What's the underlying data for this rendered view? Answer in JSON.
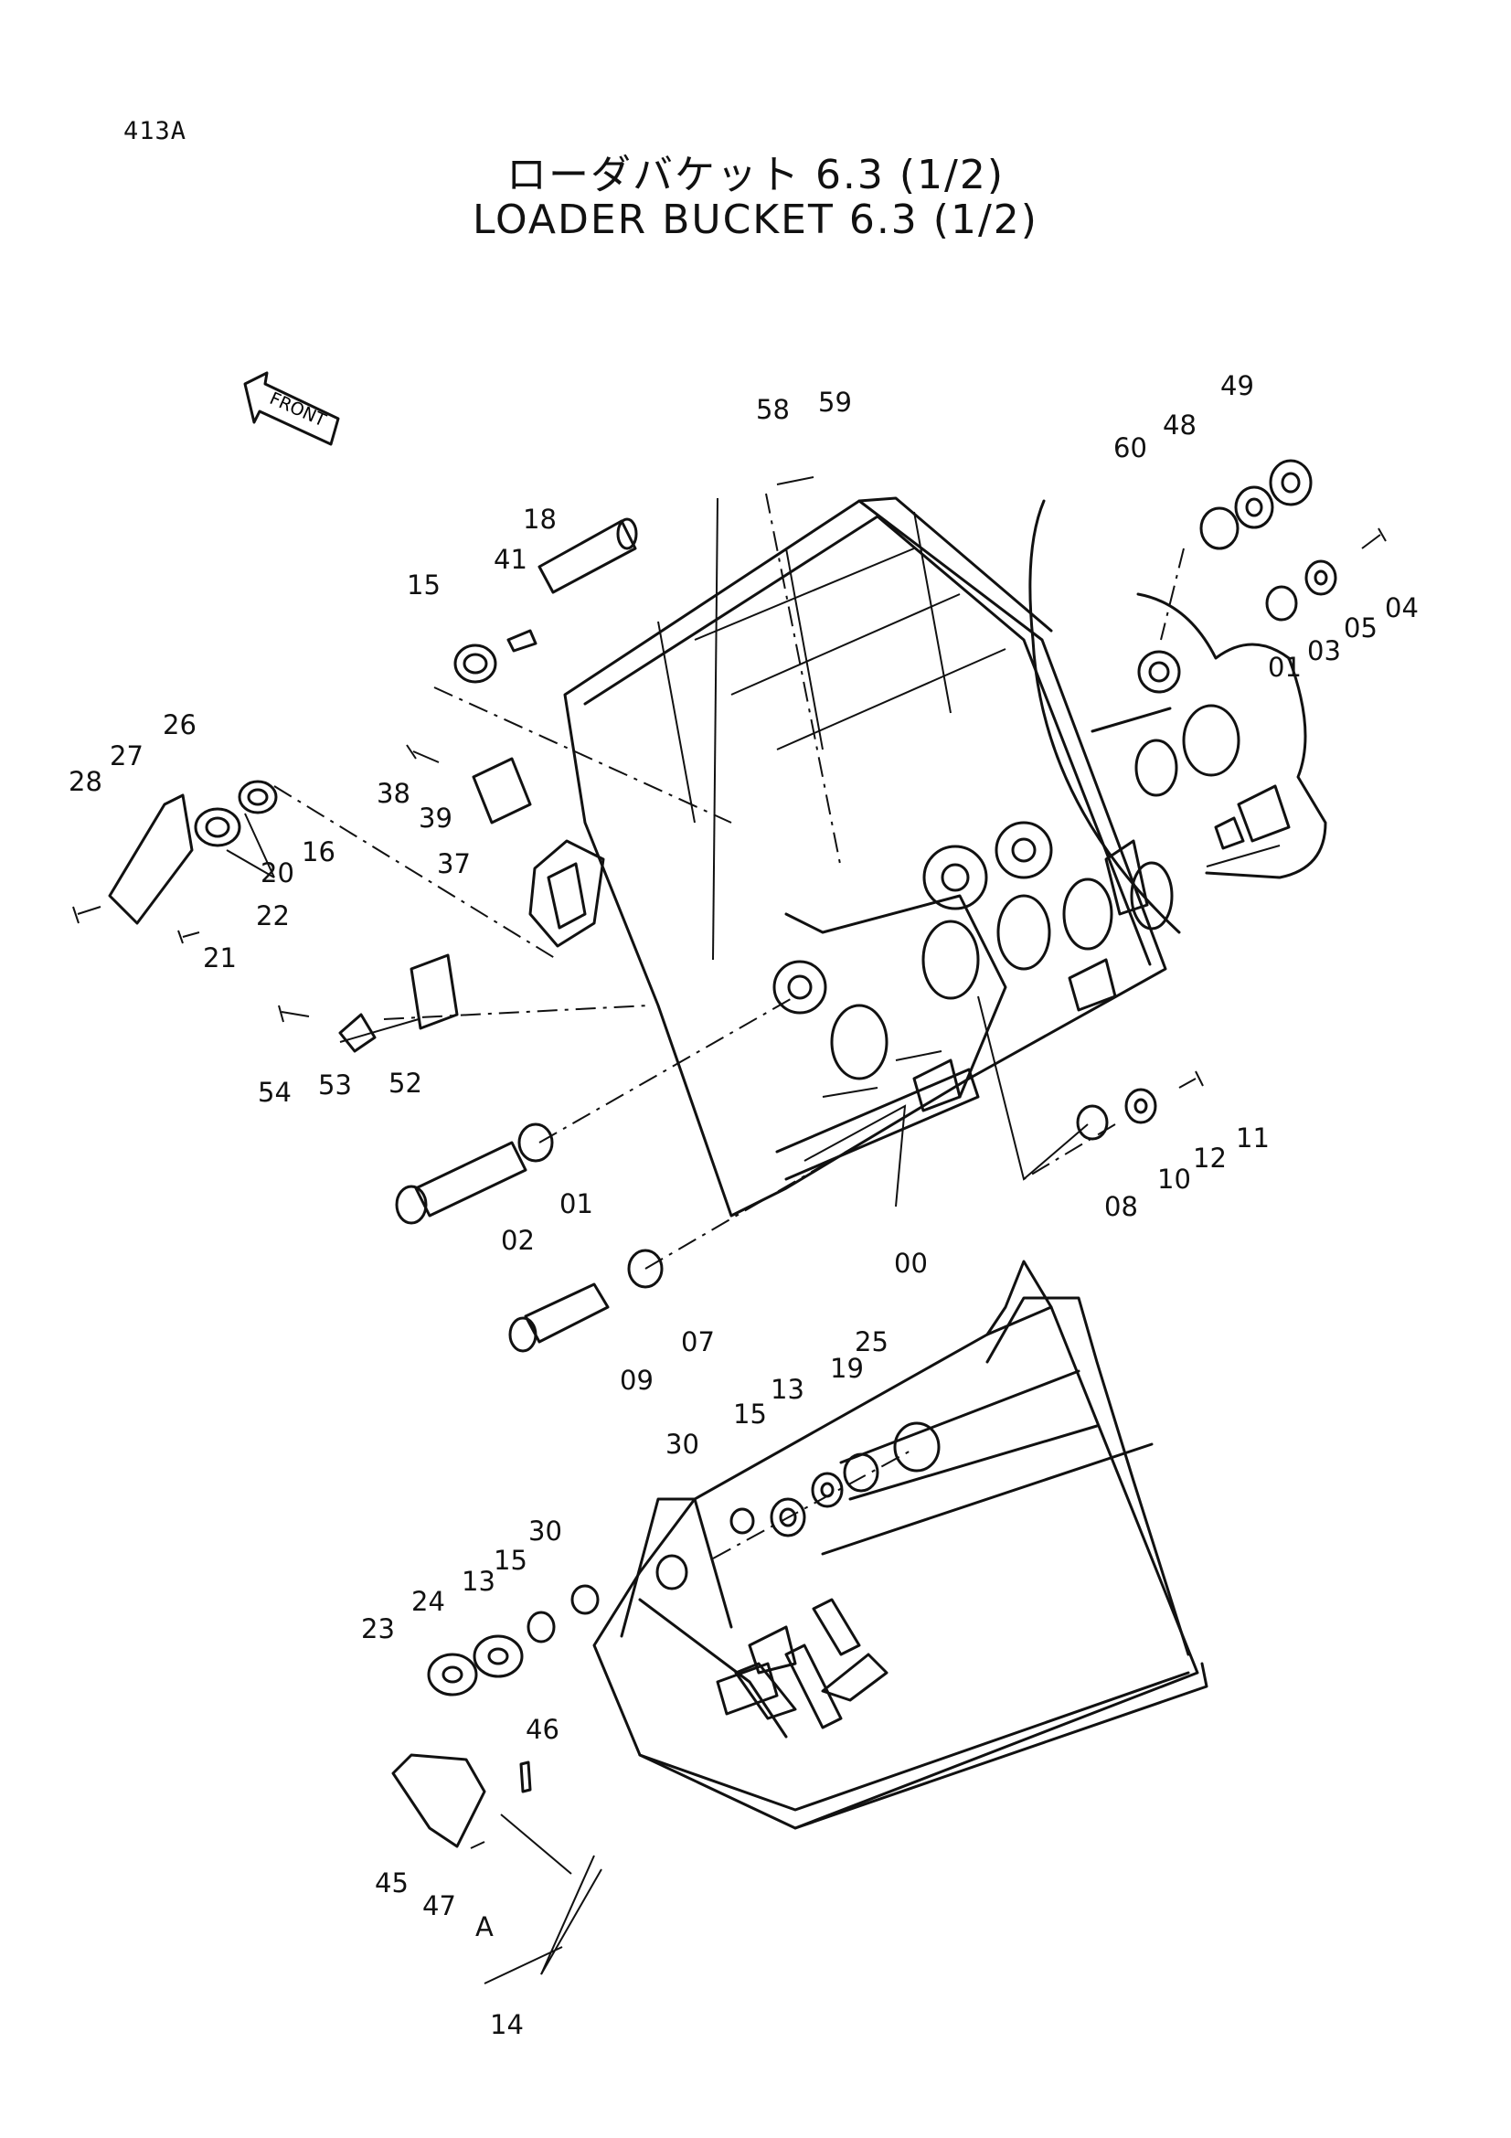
{
  "page_code": "413A",
  "title_jp": "ローダバケット 6.3 (1/2)",
  "title_en": "LOADER BUCKET 6.3 (1/2)",
  "front_label": "FRONT",
  "callouts": {
    "c00": "00",
    "c01a": "01",
    "c01b": "01",
    "c02": "02",
    "c03": "03",
    "c04": "04",
    "c05": "05",
    "c07": "07",
    "c08": "08",
    "c09": "09",
    "c10": "10",
    "c11": "11",
    "c12": "12",
    "c13a": "13",
    "c13b": "13",
    "c14": "14",
    "c15a": "15",
    "c15b": "15",
    "c15c": "15",
    "c16": "16",
    "c18": "18",
    "c19": "19",
    "c20": "20",
    "c21": "21",
    "c22": "22",
    "c23": "23",
    "c24": "24",
    "c25": "25",
    "c26": "26",
    "c27": "27",
    "c28": "28",
    "c30a": "30",
    "c30b": "30",
    "c37": "37",
    "c38": "38",
    "c39": "39",
    "c41": "41",
    "c45": "45",
    "c46": "46",
    "c47": "47",
    "c48": "48",
    "c49": "49",
    "c52": "52",
    "c53": "53",
    "c54": "54",
    "c58": "58",
    "c59": "59",
    "c60": "60",
    "cA": "A"
  }
}
